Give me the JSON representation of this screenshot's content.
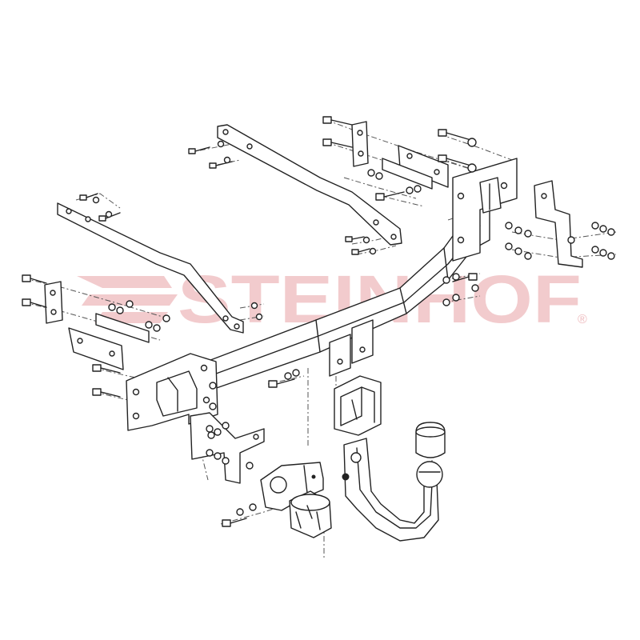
{
  "watermark": {
    "brand": "STEINHOF",
    "mark": "®",
    "color": "#e8a0a4"
  },
  "drawing": {
    "line_color": "#222222",
    "background": "#ffffff",
    "parts": [
      "left-side-bracket",
      "right-side-bracket",
      "main-crossbar",
      "center-bracket",
      "tow-ball-hook",
      "tow-ball-cap",
      "socket-holder",
      "electrical-socket",
      "mounting-bolts",
      "washers-and-nuts"
    ]
  }
}
